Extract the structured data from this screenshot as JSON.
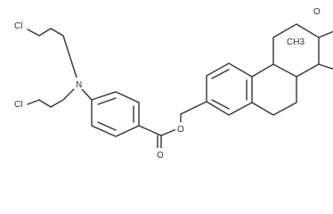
{
  "molecule": {
    "atoms": {
      "cl_upper": "Cl",
      "cl_lower": "Cl",
      "n": "N",
      "o_ester": "O",
      "o_carbonyl": "O",
      "methyl": "CH3",
      "o_ketone": "O"
    }
  }
}
